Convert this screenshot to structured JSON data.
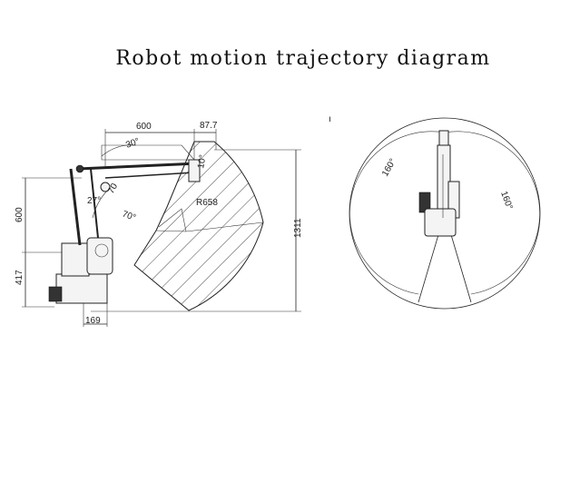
{
  "title": "Robot motion trajectory diagram",
  "side_view": {
    "dimensions": {
      "top_reach": "600",
      "top_offset": "87.7",
      "vertical_upper": "600",
      "vertical_lower": "417",
      "total_height": "1311",
      "base_width": "169",
      "radius": "R658"
    },
    "angles": {
      "upper_arm": "30°",
      "joint_small": "27°",
      "joint_mid": "70",
      "lower_arm": "70°",
      "end_offset": "10°"
    }
  },
  "top_view": {
    "left_angle": "160°",
    "right_angle": "160°",
    "marker": "ı"
  }
}
